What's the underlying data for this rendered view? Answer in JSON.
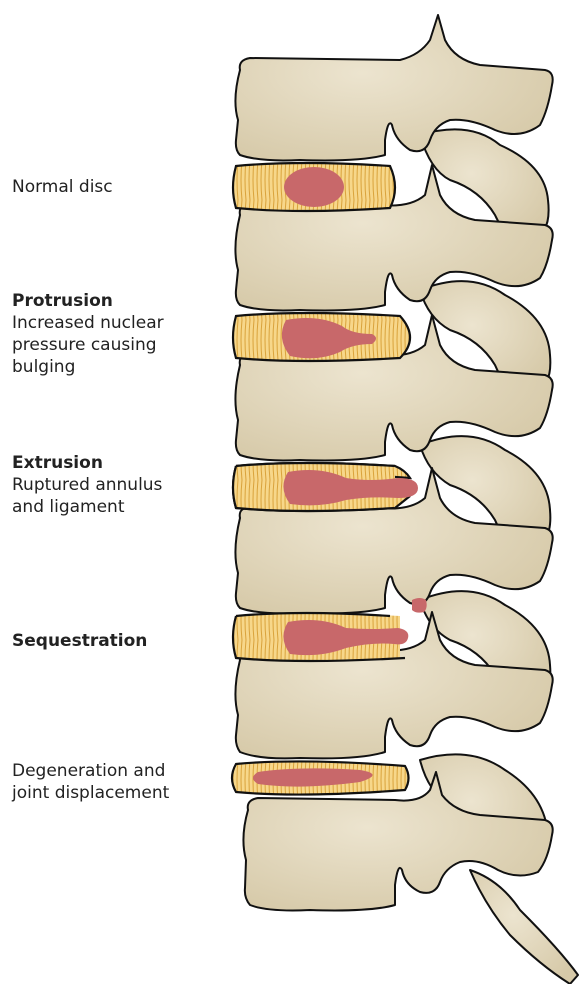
{
  "labels": {
    "normal": {
      "title": "",
      "desc": "Normal disc"
    },
    "protrusion": {
      "title": "Protrusion",
      "desc": "Increased nuclear\npressure causing\nbulging"
    },
    "extrusion": {
      "title": "Extrusion",
      "desc": "Ruptured annulus\nand ligament"
    },
    "sequestration": {
      "title": "Sequestration",
      "desc": ""
    },
    "degeneration": {
      "title": "",
      "desc": "Degeneration and\njoint displacement"
    }
  },
  "colors": {
    "bone": "#e0d6bd",
    "bone_shadow": "#cfc3a4",
    "annulus": "#f7d78a",
    "annulus_ring": "#d9a23a",
    "nucleus": "#c8686a",
    "outline": "#111111"
  }
}
